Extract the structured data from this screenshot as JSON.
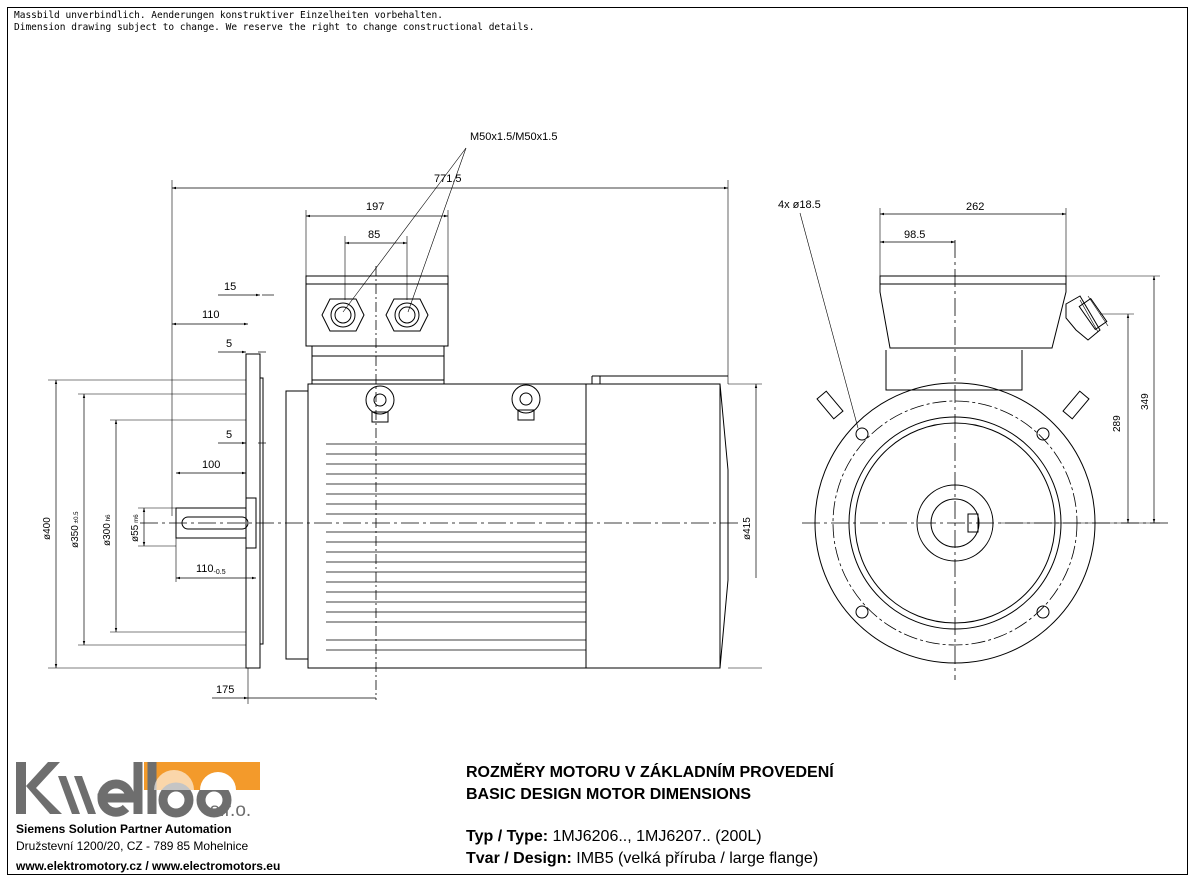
{
  "notes": {
    "line1": "Massbild unverbindlich. Aenderungen konstruktiver Einzelheiten vorbehalten.",
    "line2": "Dimension drawing subject to change. We reserve the right to change constructional details."
  },
  "dimensions": {
    "overall_length": "771.5",
    "terminal_box_width": "197",
    "gland_spacing": "85",
    "gland_spec": "M50x1.5/M50x1.5",
    "flange_thickness": "15",
    "shaft_to_box": "110",
    "flange_spigot": "5",
    "spigot2": "5",
    "shaft_length": "100",
    "shaft_length_tol": "110",
    "shaft_tol_sub": "-0.5",
    "flange_to_cl": "175",
    "flange_dia": "ø400",
    "pcd": "ø350",
    "pcd_sub": "±0.5",
    "spigot_dia": "ø300",
    "spigot_sub": "h6",
    "shaft_dia": "ø55",
    "shaft_sub": "m6",
    "body_dia": "ø415",
    "holes": "4x ø18.5",
    "box_total": "262",
    "box_offset": "98.5",
    "height_to_gland": "289",
    "height_total": "349"
  },
  "logo": {
    "name": "kello",
    "suffix": "s.r.o.",
    "brand_color": "#f39a2b",
    "logo_gray": "#6e6e6e"
  },
  "company": {
    "partner": "Siemens Solution Partner Automation",
    "address": "Družstevní 1200/20, CZ - 789 85 Mohelnice",
    "web": "www.elektromotory.cz / www.electromotors.eu"
  },
  "title": {
    "cz": "ROZMĚRY MOTORU V ZÁKLADNÍM PROVEDENÍ",
    "en": "BASIC DESIGN MOTOR DIMENSIONS"
  },
  "type": {
    "label": "Typ / Type:",
    "value": "1MJ6206.., 1MJ6207.. (200L)"
  },
  "design": {
    "label": "Tvar / Design:",
    "value": "IMB5 (velká příruba / large flange)"
  }
}
